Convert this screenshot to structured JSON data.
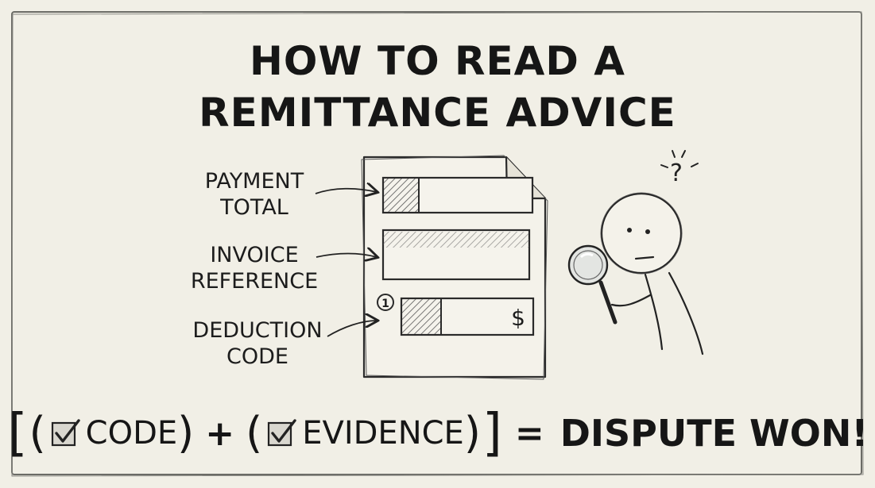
{
  "title": {
    "line1": "HOW TO READ A",
    "line2": "REMITTANCE ADVICE"
  },
  "labels": {
    "payment_total": {
      "line1": "PAYMENT",
      "line2": "TOTAL"
    },
    "invoice_reference": {
      "line1": "INVOICE",
      "line2": "REFERENCE"
    },
    "deduction_code": {
      "line1": "DEDUCTION",
      "line2": "CODE"
    }
  },
  "document": {
    "badge_number": "1",
    "currency_symbol": "$"
  },
  "character": {
    "thought_symbol": "?"
  },
  "equation": {
    "open_bracket": "[",
    "open_paren": "(",
    "term1": "CODE",
    "close_paren": ")",
    "plus": "+",
    "term2": "EVIDENCE",
    "close_bracket": "]",
    "equals": "=",
    "result": "DISPUTE WON!"
  },
  "colors": {
    "background": "#f1efe6",
    "ink": "#1c1c1c",
    "frame": "#6b6b66"
  }
}
